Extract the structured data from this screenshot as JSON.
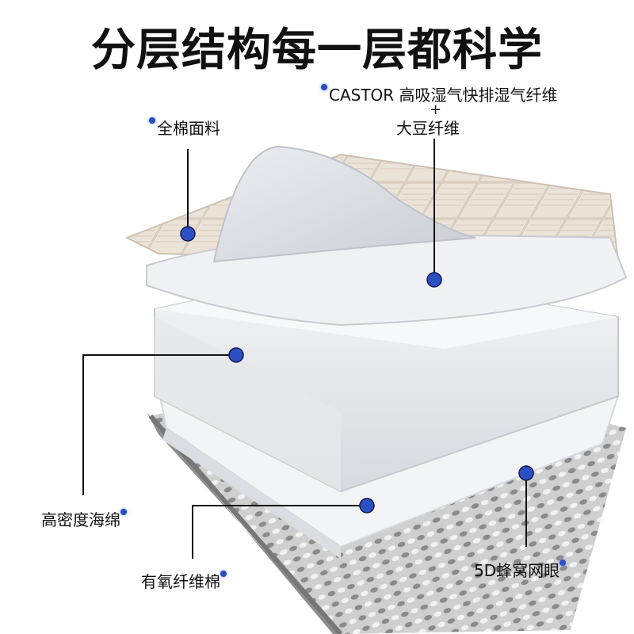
{
  "title": "分层结构每一层都科学",
  "labels": {
    "fabric": "全棉面料",
    "castor": "CASTOR 高吸湿气快排湿气纤维",
    "plus": "+",
    "soy": "大豆纤维",
    "foam": "高密度海绵",
    "fiber": "有氧纤维棉",
    "mesh": "5D蜂窝网眼"
  },
  "colors": {
    "accent_dot": "#2b4fbf",
    "line": "#111111"
  }
}
